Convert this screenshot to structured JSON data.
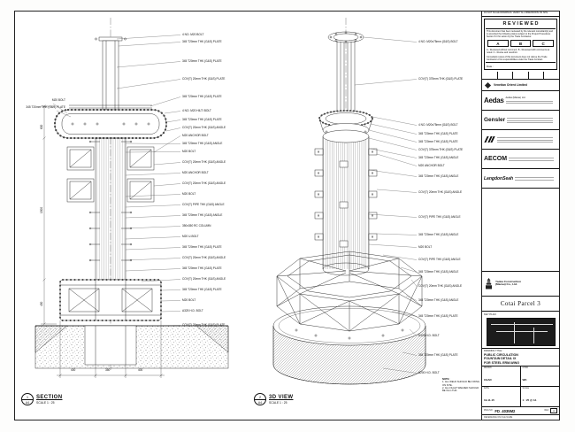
{
  "section_view": {
    "marker_no": "1",
    "marker_ref": "A4",
    "title": "SECTION",
    "scale": "SCALE 1 : 25",
    "labels_left": [
      "M20 BOLT",
      "345 T20mm THK (G&S) PLATE"
    ],
    "labels_right": [
      "4 NO. M20 BOLT",
      "345 T20mm THK (G&S) PLATE",
      "345 T20mm THK (G&S) PLATE",
      "COV(T) 20mm THK (G&S) PLATE",
      "345 T20mm THK (G&S) PLATE",
      "4 NO. M20 HILTI BOLT",
      "345 T20mm THK (G&S) PLATE",
      "COV(T) 20mm THK (G&S) ANGLE",
      "M20 ANCHOR BOLT",
      "345 T20mm THK (G&S) ANGLE",
      "M20 BOLT",
      "COV(T) 20mm THK (G&S) ANGLE",
      "M20 ANCHOR BOLT",
      "COV(T) 20mm THK (G&S) ANGLE",
      "M20 BOLT",
      "COV(T) PIPE THK (G&S) ANGLE",
      "345 T20mm THK (G&S) ANGLE",
      "350x350 RC COLUMN",
      "M20 U-BOLT",
      "345 T20mm THK (G&S) PLATE",
      "COV(T) 20mm THK (G&S) ANGLE",
      "345 T20mm THK (G&S) PLATE",
      "COV(T) 20mm THK (G&S) ANGLE",
      "345 T20mm THK (G&S) PLATE",
      "M20 BOLT",
      "A325 H.D. BOLT",
      "COV(T) 20mm THK (G&S) PLATE"
    ],
    "dims_bottom": [
      "400",
      "350",
      "400"
    ],
    "dims_left": [
      "600",
      "1500",
      "450"
    ]
  },
  "iso_view": {
    "marker_no": "2",
    "marker_ref": "A4",
    "title": "3D VIEW",
    "scale": "SCALE 1 : 25",
    "labels": [
      "4 NO. M20x75mm (G&S) BOLT",
      "COV(T) 375mm THK (G&S) PLATE",
      "4 NO. M20x75mm (G&S) BOLT",
      "345 T20mm THK (G&S) PLATE",
      "345 T20mm THK (G&S) PLATE",
      "COV(T) 375mm THK (G&S) PLATE",
      "345 T20mm THK (G&S) ANGLE",
      "M20 ANCHOR BOLT",
      "345 T20mm THK (G&S) ANGLE",
      "COV(T) 20mm THK (G&S) ANGLE",
      "COV(T) PIPE THK (G&S) ANGLE",
      "345 T20mm THK (G&S) ANGLE",
      "M20 BOLT",
      "COV(T) PIPE THK (G&S) ANGLE",
      "345 T20mm THK (G&S) ANGLE",
      "COV(T) 20mm THK (G&S) ANGLE",
      "345 T20mm THK (G&S) ANGLE",
      "345 T20mm THK (G&S) PLATE",
      "A325 H.D. BOLT",
      "345 T20mm THK (G&S) PLATE",
      "A200 H.D. BOLT"
    ]
  },
  "notes": {
    "title": "NOTE:",
    "items": [
      "1. ALL WELD SHOULD BE FIXING ON SITE.",
      "2. ALL FILLET WELDED SHOULD BE 6mm THK."
    ]
  },
  "title_block": {
    "disclaimer": "DO NOT SCALE DRAWINGS. VERIFY ALL DIMENSIONS ON SITE.",
    "reviewed": {
      "title": "R E V I E W E D",
      "body1": "This document has been reviewed by the relevant consultant(s) and is accorded the following status subject to the Project Procedures Section 5.3 for action by the Trade Contractor.",
      "options": [
        "A",
        "B",
        "C"
      ],
      "body2": "A - Reviewed without comment. B - Reviewed with comments as noted. C - Revise and resubmit.",
      "body3": "Consultant review of this document does not relieve the Trade Contractor of its responsibilities under the Trade Contract.",
      "date_label": "Date :"
    },
    "consultants": {
      "venetian": "Venetian Orient Limited",
      "aedas_logo": "Aedas",
      "aedas_name": "Aedas (Macau) Ltd.",
      "gensler_logo": "Gensler",
      "aecom_logo": "AECOM",
      "langdon_logo": "LangdonSeah"
    },
    "contractor_name_1": "Yadea Construction",
    "contractor_name_2": "(Macau) Co., Ltd.",
    "project": "Cotai Parcel 3",
    "key_plan_label": "KEY PLAN",
    "drawing_title_label": "DRAWING TITLE :",
    "drawing_title_lines": [
      "PUBLIC CIRCULATION",
      "FOUNTAIN DETAIL IX",
      "FOR STEEL ERM-WING"
    ],
    "fields": [
      {
        "label": "DRAWN",
        "value": "CHAD"
      },
      {
        "label": "CHKD",
        "value": "WK"
      },
      {
        "label": "DATE",
        "value": "19-11-15"
      },
      {
        "label": "SCALE",
        "value": "1 : 25 @ A1"
      }
    ],
    "dwg_label": "DWG NO.",
    "dwg_no": "FD_4035M2",
    "rev_label": "REV",
    "rev": "A",
    "file_ref": "REFERENCE ON FILE NAME"
  }
}
